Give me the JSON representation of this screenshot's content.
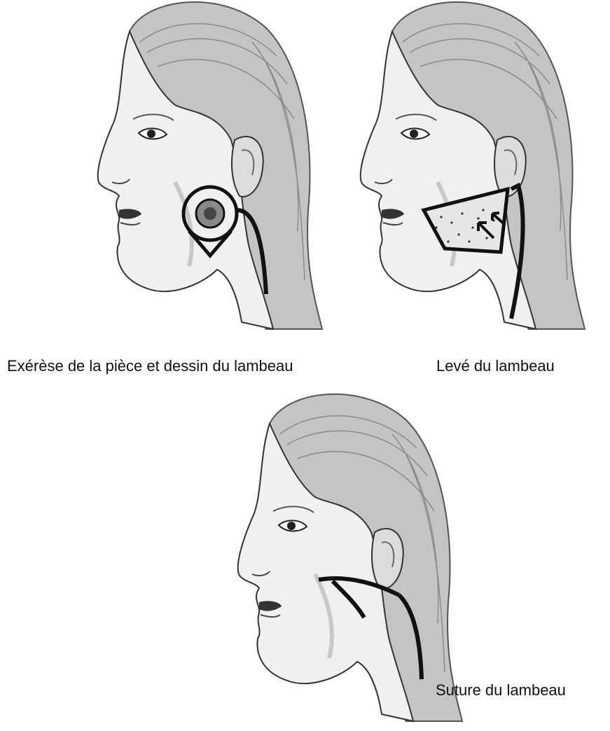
{
  "captions": {
    "step1": "Exérèse de la pièce et dessin du lambeau",
    "step2": "Levé du lambeau",
    "step3": "Suture du lambeau"
  },
  "colors": {
    "background": "#ffffff",
    "skin": "#efefef",
    "skin_shade": "#d9d9d9",
    "hair": "#bdbdbd",
    "hair_dark": "#8a8a8a",
    "ink": "#111111"
  },
  "illustrations": [
    {
      "step": "step1",
      "marking": "circular-excision-with-flap-outline"
    },
    {
      "step": "step2",
      "marking": "raised-flap-with-advancement-arrows"
    },
    {
      "step": "step3",
      "marking": "sutured-flap-incision-lines"
    }
  ]
}
